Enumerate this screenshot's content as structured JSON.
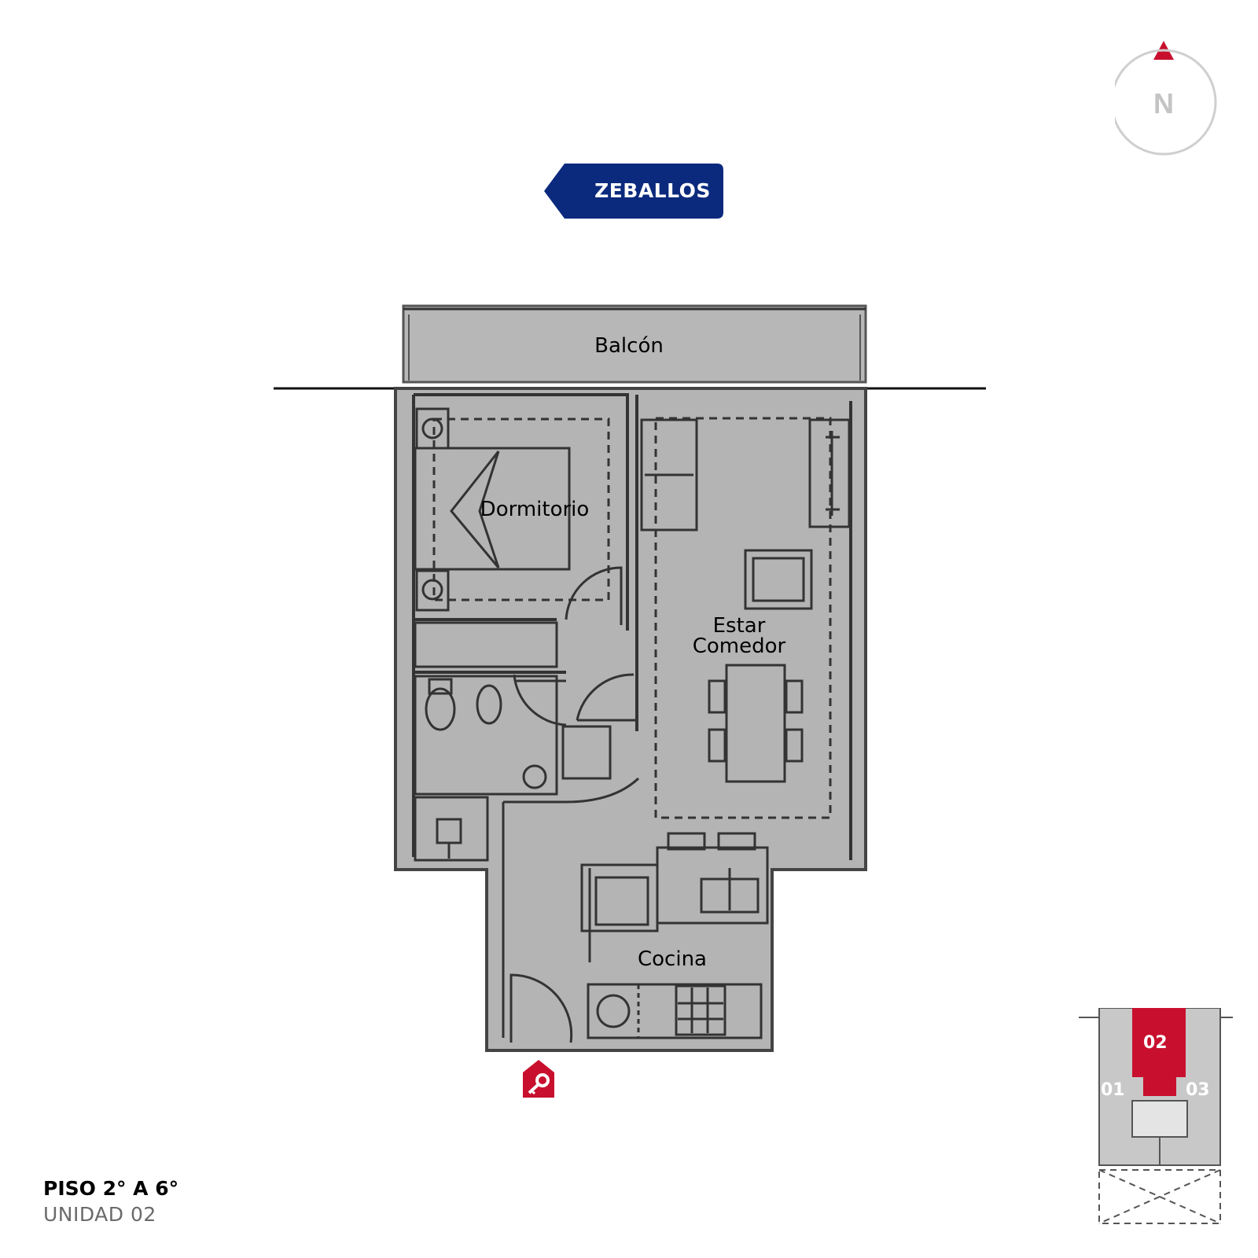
{
  "compass": {
    "label": "N"
  },
  "street": {
    "label": "ZEBALLOS"
  },
  "rooms": {
    "balcony": "Balcón",
    "bedroom": "Dormitorio",
    "living_line1": "Estar",
    "living_line2": "Comedor",
    "kitchen": "Cocina"
  },
  "floor_info": {
    "title": "PISO 2° A 6°",
    "unit": "UNIDAD 02"
  },
  "key_plan": {
    "units": [
      "01",
      "02",
      "03"
    ],
    "selected": "02"
  },
  "colors": {
    "brand_blue": "#0b2a7d",
    "accent_red": "#c8102e",
    "plan_fill": "#b4b4b4",
    "wall": "#333333",
    "key_plan_fill": "#c8c8c8"
  },
  "icons": {
    "entrance": "key-house-icon",
    "north": "north-arrow-icon"
  }
}
